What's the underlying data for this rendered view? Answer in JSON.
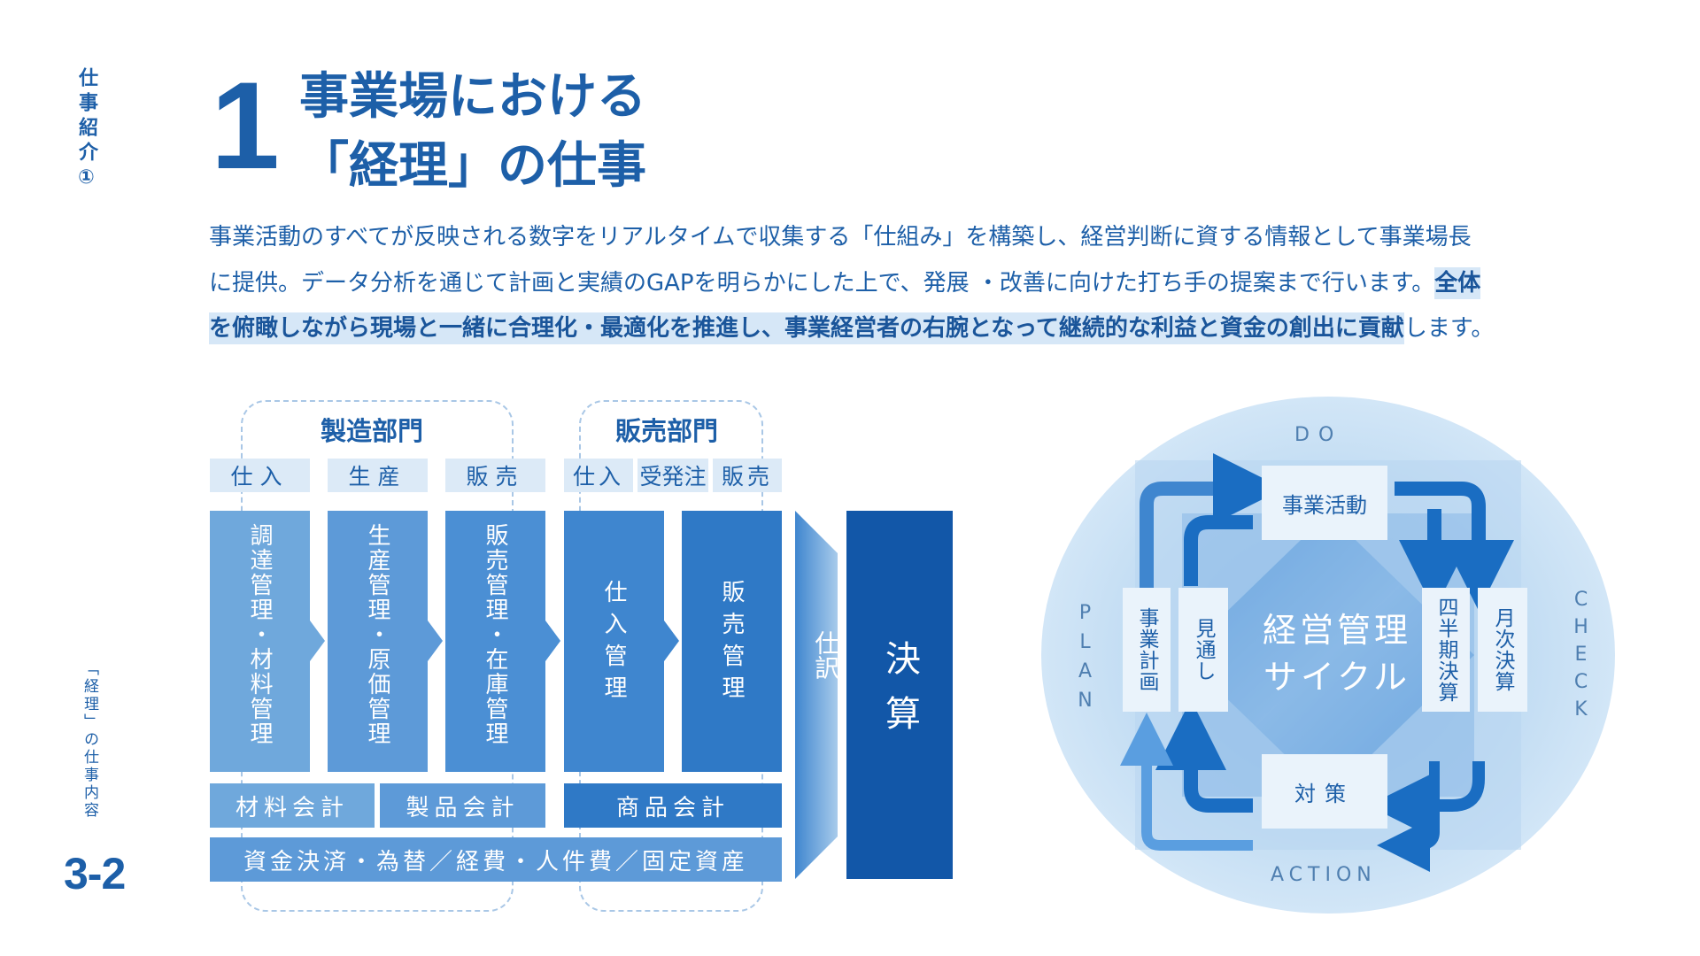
{
  "side": {
    "section": "仕事紹介①",
    "sub": "「経理」の仕事内容",
    "page": "3-2"
  },
  "heading": {
    "number": "1",
    "line1": "事業場における",
    "line2": "「経理」の仕事"
  },
  "body": {
    "line1": "事業活動のすべてが反映される数字をリアルタイムで収集する「仕組み」を構築し、経営判断に資する情報として事業場長",
    "line2_plain": "に提供。データ分析を通じて計画と実績のGAPを明らかにした上で、発展 ・改善に向けた打ち手の提案まで行います。",
    "line2_hl": "全体",
    "line3_hl": "を俯瞰しながら現場と一緒に合理化・最適化を推進し、事業経営者の右腕となって継続的な利益と資金の創出に貢献",
    "line3_plain": "します。"
  },
  "flow": {
    "dept1": "製造部門",
    "dept2": "販売部門",
    "sub_labels": [
      "仕入",
      "生産",
      "販売",
      "仕入",
      "受発注",
      "販売"
    ],
    "columns": [
      "調達管理・材料管理",
      "生産管理・原価管理",
      "販売管理・在庫管理",
      "仕入管理",
      "販売管理"
    ],
    "bars": [
      "材料会計",
      "製品会計",
      "商品会計"
    ],
    "bottom_bar": "資金決済・為替／経費・人件費／固定資産",
    "shiwake": "仕訳",
    "kessan": "決算",
    "colors": {
      "light": "#6fa8dc",
      "mid": "#3f86cf",
      "dark": "#1257a8",
      "sub_bg": "#dceaf7"
    }
  },
  "cycle": {
    "do": "DO",
    "plan": "PLAN",
    "check": "CHECK",
    "action": "ACTION",
    "top_box": "事業活動",
    "bottom_box": "対策",
    "left_outer": "事業計画",
    "left_inner": "見通し",
    "right_inner": "四半期決算",
    "right_outer": "月次決算",
    "center_line1": "経営管理",
    "center_line2": "サイクル"
  }
}
